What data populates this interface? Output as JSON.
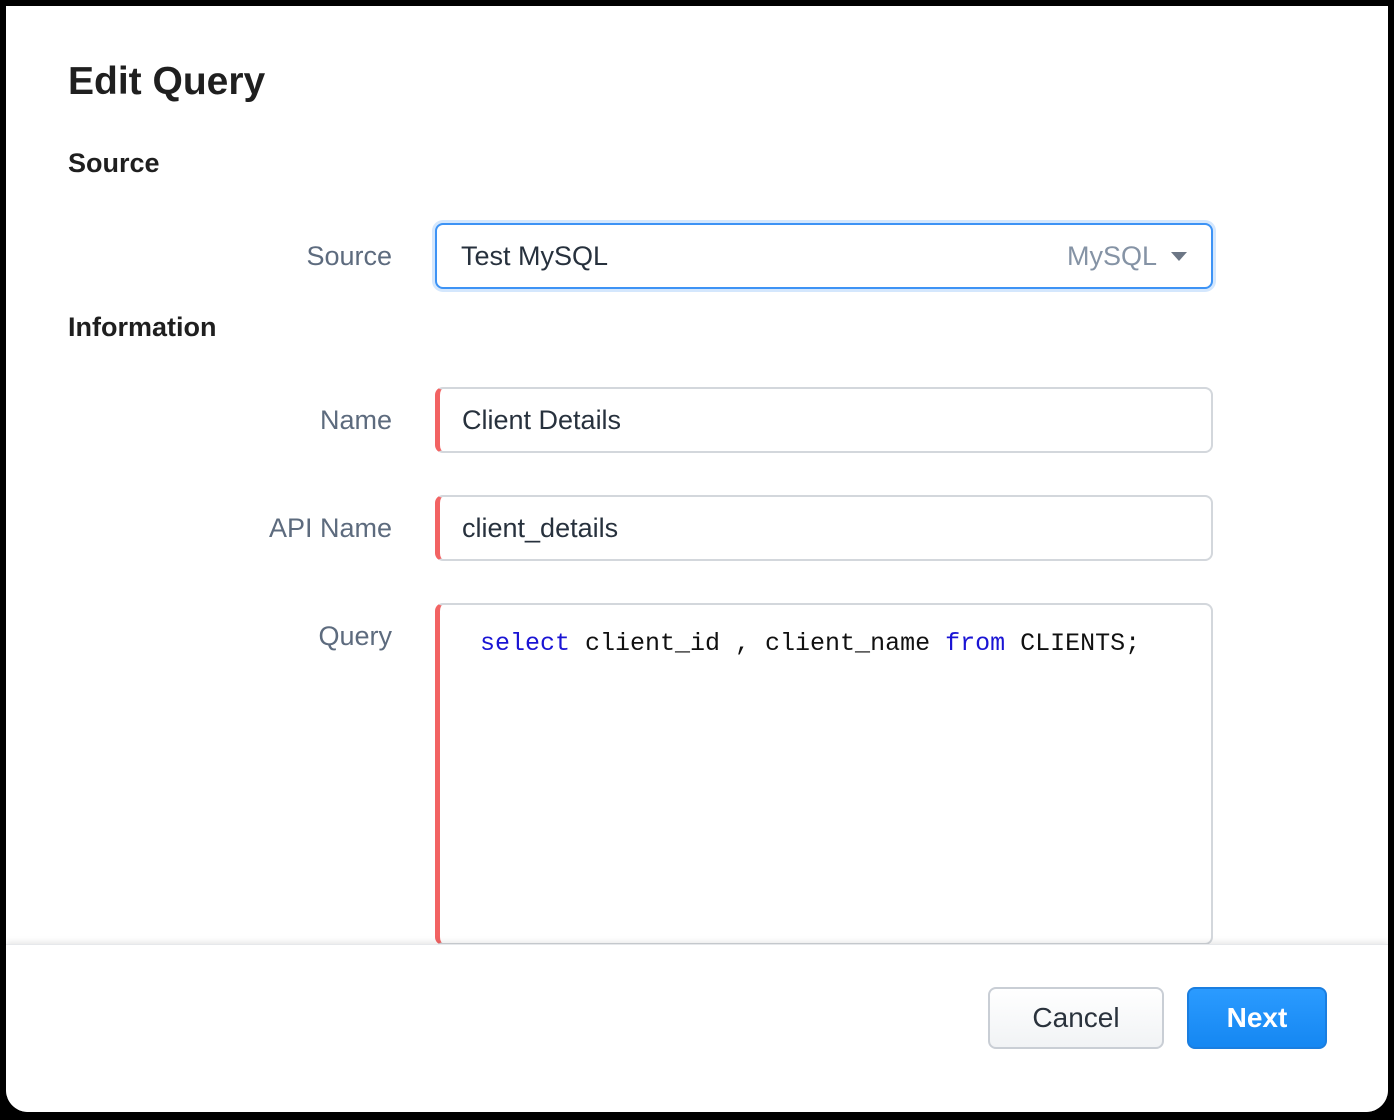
{
  "dialog": {
    "title": "Edit Query"
  },
  "source_section": {
    "heading": "Source",
    "source_label": "Source",
    "source_value": "Test MySQL",
    "source_type": "MySQL"
  },
  "information_section": {
    "heading": "Information",
    "name_label": "Name",
    "name_value": "Client Details",
    "api_name_label": "API Name",
    "api_name_value": "client_details",
    "query_label": "Query",
    "query_tokens": {
      "kw_select": "select",
      "part_1": " client_id , client_name ",
      "kw_from": "from",
      "part_2": " CLIENTS;"
    }
  },
  "footer": {
    "cancel_label": "Cancel",
    "next_label": "Next"
  },
  "colors": {
    "accent_blue": "#1587f2",
    "required_marker": "#f26363",
    "keyword_blue": "#1a14d4",
    "label_gray": "#5d6b7e"
  },
  "icons": {
    "dropdown": "caret-down-icon"
  }
}
